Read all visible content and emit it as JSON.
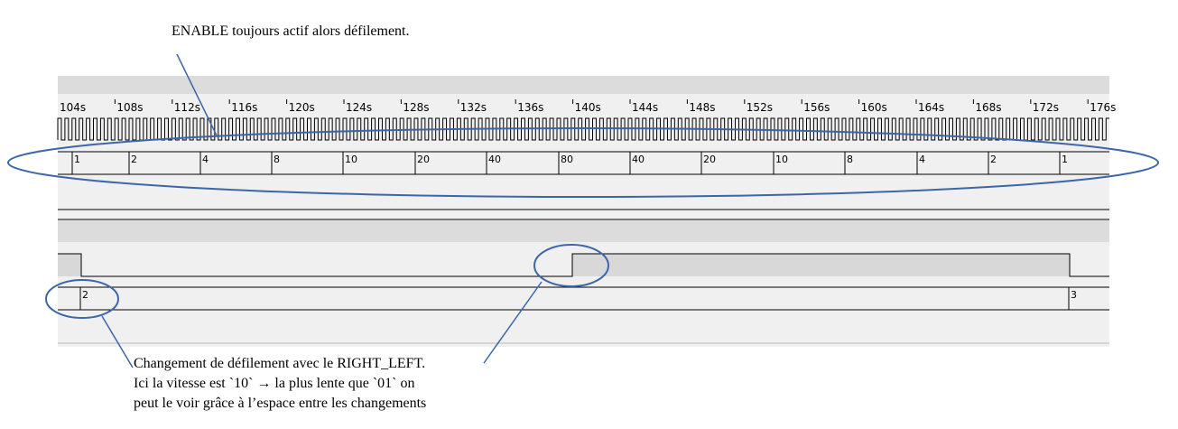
{
  "annotations": {
    "top": "ENABLE toujours actif alors défilement.",
    "bottom": [
      "Changement de défilement avec le RIGHT_LEFT.",
      "Ici la vitesse est `10` → la plus lente que `01` on",
      "peut le voir grâce à l’espace entre les changements"
    ]
  },
  "timeline": {
    "labels": [
      "104s",
      "108s",
      "112s",
      "116s",
      "120s",
      "124s",
      "128s",
      "132s",
      "136s",
      "140s",
      "144s",
      "148s",
      "152s",
      "156s",
      "160s",
      "164s",
      "168s",
      "172s",
      "176s"
    ]
  },
  "value_bus": {
    "values": [
      "1",
      "2",
      "4",
      "8",
      "10",
      "20",
      "40",
      "80",
      "40",
      "20",
      "10",
      "8",
      "4",
      "2",
      "1"
    ]
  },
  "direction_bus": {
    "values": [
      "2",
      "3"
    ]
  },
  "colors": {
    "annotation_outline": "#3b66a8",
    "trace": "#000000",
    "panel_bg": "#f0f0f0",
    "divider_bg": "#dcdcdc",
    "pulse_fill": "#d8d8d8"
  }
}
